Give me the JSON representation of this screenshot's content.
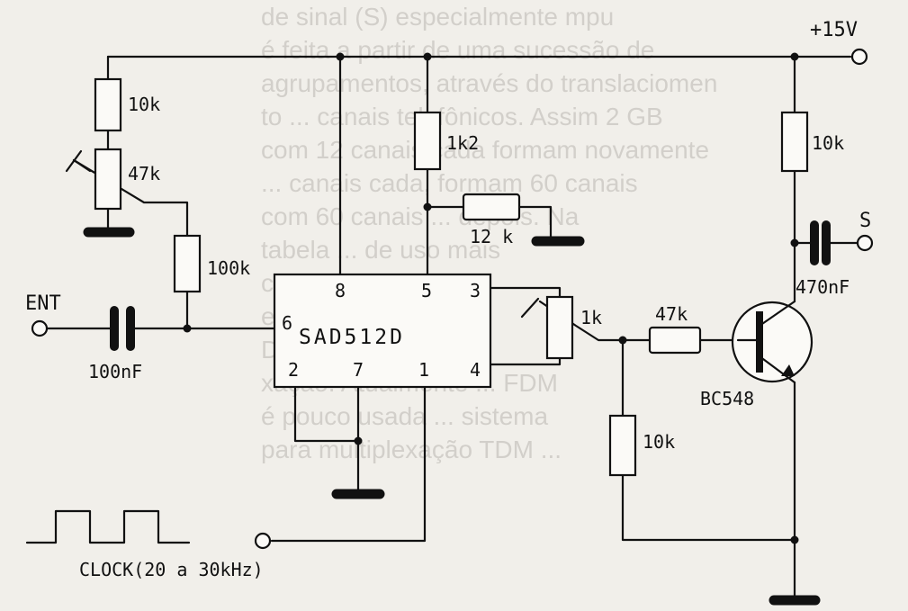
{
  "background_text": [
    "de sinal (S) especialmente mpu",
    "é feita a partir de uma sucessão de",
    "agrupamentos, através do translaciomen",
    "to ... canais telefônicos. Assim 2 GB",
    "com 12 canais cada formam novamente",
    "... canais cada, formam 60 canais",
    "com 60 canais ... depois. Na",
    "tabela ... de uso mais",
    "comum ... FDM",
    "entre ... técnicos",
    "Devido a ... modula-",
    "xação. Atualmente ... FDM",
    "é pouco usada ... sistema",
    "para multiplexação TDM ..."
  ],
  "labels": {
    "supply": "+15V",
    "out": "S",
    "in": "ENT",
    "r1": "10k",
    "pot1": "47k",
    "r2": "100k",
    "c_in": "100nF",
    "r3": "1k2",
    "r4": "12 k",
    "ic": "SAD512D",
    "pin8": "8",
    "pin5": "5",
    "pin3": "3",
    "pin6": "6",
    "pin2": "2",
    "pin7": "7",
    "pin1": "1",
    "pin4": "4",
    "pot2": "1k",
    "r5": "47k",
    "r6": "10k",
    "r7": "10k",
    "c_out": "470nF",
    "transistor": "BC548",
    "clock": "CLOCK(20 a 30kHz)"
  }
}
